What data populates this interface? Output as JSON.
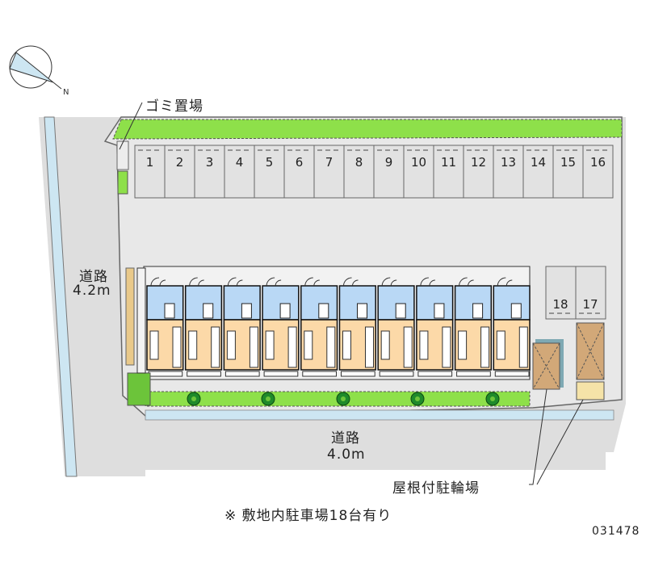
{
  "labels": {
    "garbage": "ゴミ置場",
    "road_left_name": "道路",
    "road_left_width": "4.2m",
    "road_bottom_name": "道路",
    "road_bottom_width": "4.0m",
    "bike_parking": "屋根付駐輪場",
    "note": "※ 敷地内駐車場18台有り",
    "code": "031478"
  },
  "compass": {
    "icon": "north-arrow-icon",
    "direction_label": "N"
  },
  "parking_top": [
    "1",
    "2",
    "3",
    "4",
    "5",
    "6",
    "7",
    "8",
    "9",
    "10",
    "11",
    "12",
    "13",
    "14",
    "15",
    "16"
  ],
  "parking_right": [
    "18",
    "17"
  ],
  "building": {
    "units": 10
  },
  "colors": {
    "road": "#dedede",
    "lot": "#e8e8e8",
    "green": "#8ee04a",
    "canal": "#cde6f2",
    "unit_upper": "#b9d8f5",
    "unit_lower": "#fcd9a8",
    "bike_shed": "#d2a878"
  }
}
